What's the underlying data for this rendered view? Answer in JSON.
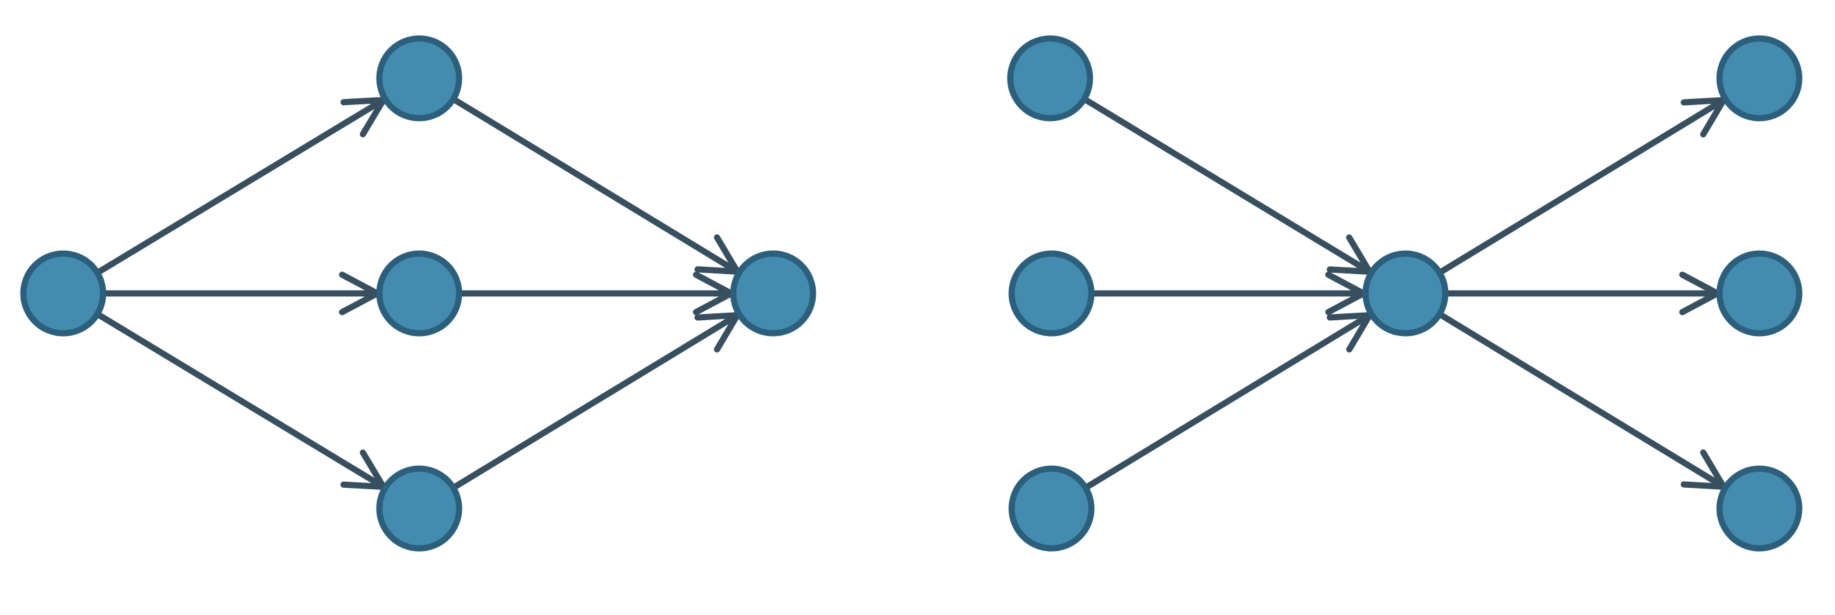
{
  "diagram": {
    "colors": {
      "node_fill": "#448caf",
      "node_stroke": "#2c5f7c",
      "edge": "#374f5f",
      "background": "#ffffff"
    },
    "graphs": [
      {
        "id": "left-graph",
        "nodes": [
          {
            "id": "a",
            "label": ""
          },
          {
            "id": "b",
            "label": ""
          },
          {
            "id": "c",
            "label": ""
          },
          {
            "id": "d",
            "label": ""
          },
          {
            "id": "e",
            "label": ""
          }
        ],
        "edges": [
          {
            "from": "a",
            "to": "b"
          },
          {
            "from": "a",
            "to": "c"
          },
          {
            "from": "a",
            "to": "d"
          },
          {
            "from": "b",
            "to": "e"
          },
          {
            "from": "c",
            "to": "e"
          },
          {
            "from": "d",
            "to": "e"
          }
        ]
      },
      {
        "id": "right-graph",
        "nodes": [
          {
            "id": "f",
            "label": ""
          },
          {
            "id": "g",
            "label": ""
          },
          {
            "id": "h",
            "label": ""
          },
          {
            "id": "i",
            "label": ""
          },
          {
            "id": "j",
            "label": ""
          },
          {
            "id": "k",
            "label": ""
          },
          {
            "id": "l",
            "label": ""
          }
        ],
        "edges": [
          {
            "from": "f",
            "to": "i"
          },
          {
            "from": "g",
            "to": "i"
          },
          {
            "from": "h",
            "to": "i"
          },
          {
            "from": "i",
            "to": "j"
          },
          {
            "from": "i",
            "to": "k"
          },
          {
            "from": "i",
            "to": "l"
          }
        ]
      }
    ]
  }
}
